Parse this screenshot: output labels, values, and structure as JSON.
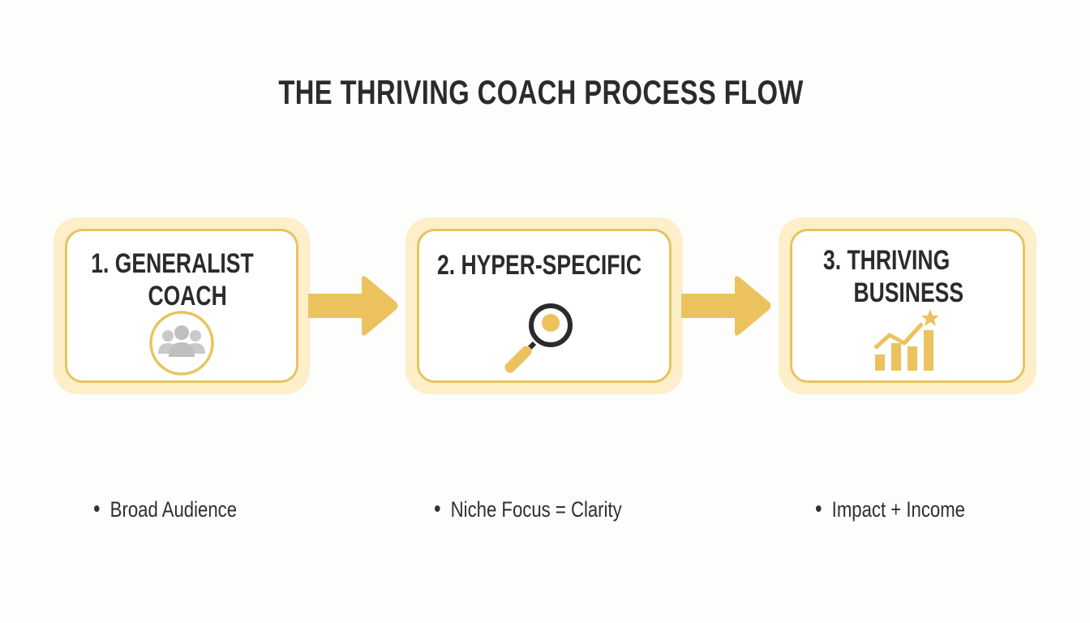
{
  "title": "THE THRIVING COACH PROCESS FLOW",
  "colors": {
    "background": "#fdfdfc",
    "box_glow": "#fcefc9",
    "box_border": "#e7c45f",
    "accent_gold": "#ebc25e",
    "text_dark": "#2b2b2b",
    "icon_gray": "#c8c8c8",
    "magnifier_ring": "#2b2b2b"
  },
  "steps": [
    {
      "number": "1.",
      "title_line1": "1. GENERALIST",
      "title_line2": "COACH",
      "icon": "people-group-icon",
      "bullet": "Broad Audience"
    },
    {
      "number": "2.",
      "title_line1": "2. HYPER-SPECIFIC",
      "title_line2": "",
      "icon": "magnifying-glass-icon",
      "bullet": "Niche Focus = Clarity"
    },
    {
      "number": "3.",
      "title_line1": "3. THRIVING",
      "title_line2": "BUSINESS",
      "icon": "growth-chart-star-icon",
      "bullet": "Impact + Income"
    }
  ],
  "connectors": [
    {
      "from": 1,
      "to": 2,
      "icon": "arrow-right-icon"
    },
    {
      "from": 2,
      "to": 3,
      "icon": "arrow-right-icon"
    }
  ]
}
